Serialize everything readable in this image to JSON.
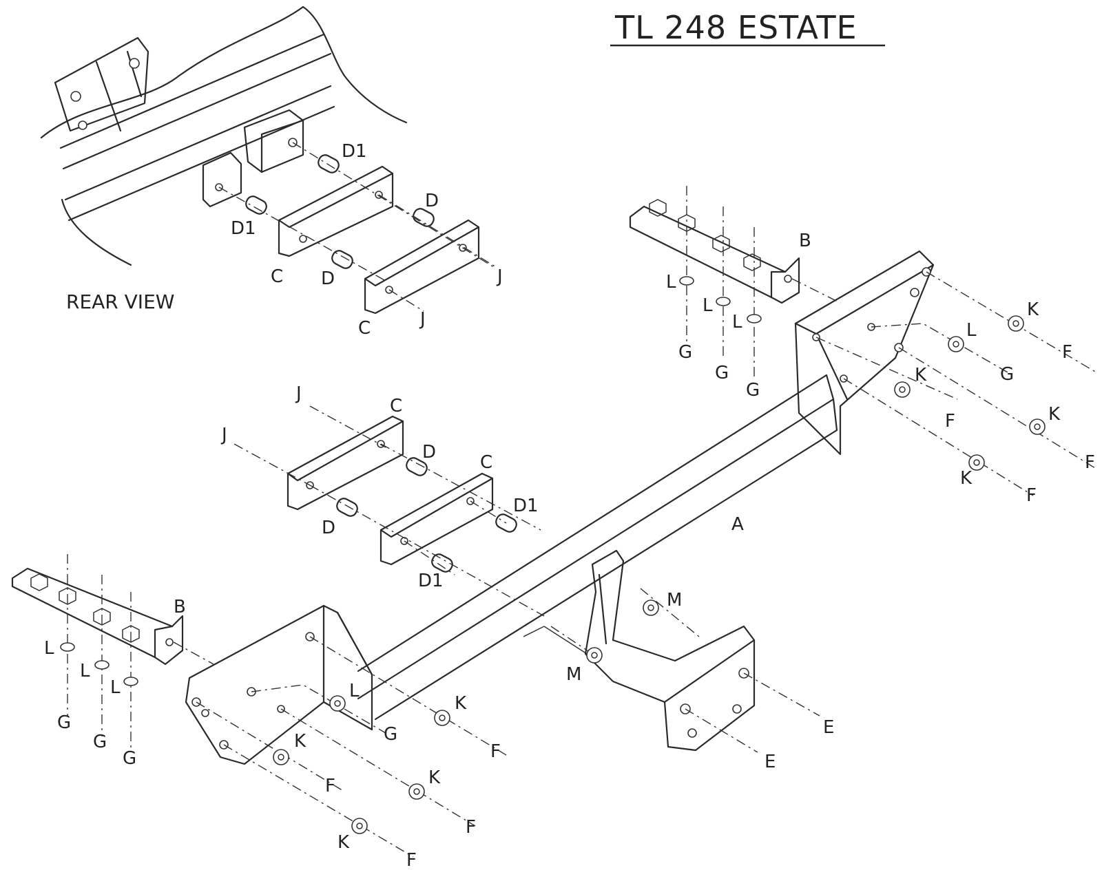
{
  "title": "TL 248 ESTATE",
  "rear_view_label": "REAR VIEW",
  "part_letters": [
    "A",
    "B",
    "C",
    "D",
    "D1",
    "E",
    "F",
    "G",
    "J",
    "K",
    "L",
    "M"
  ]
}
